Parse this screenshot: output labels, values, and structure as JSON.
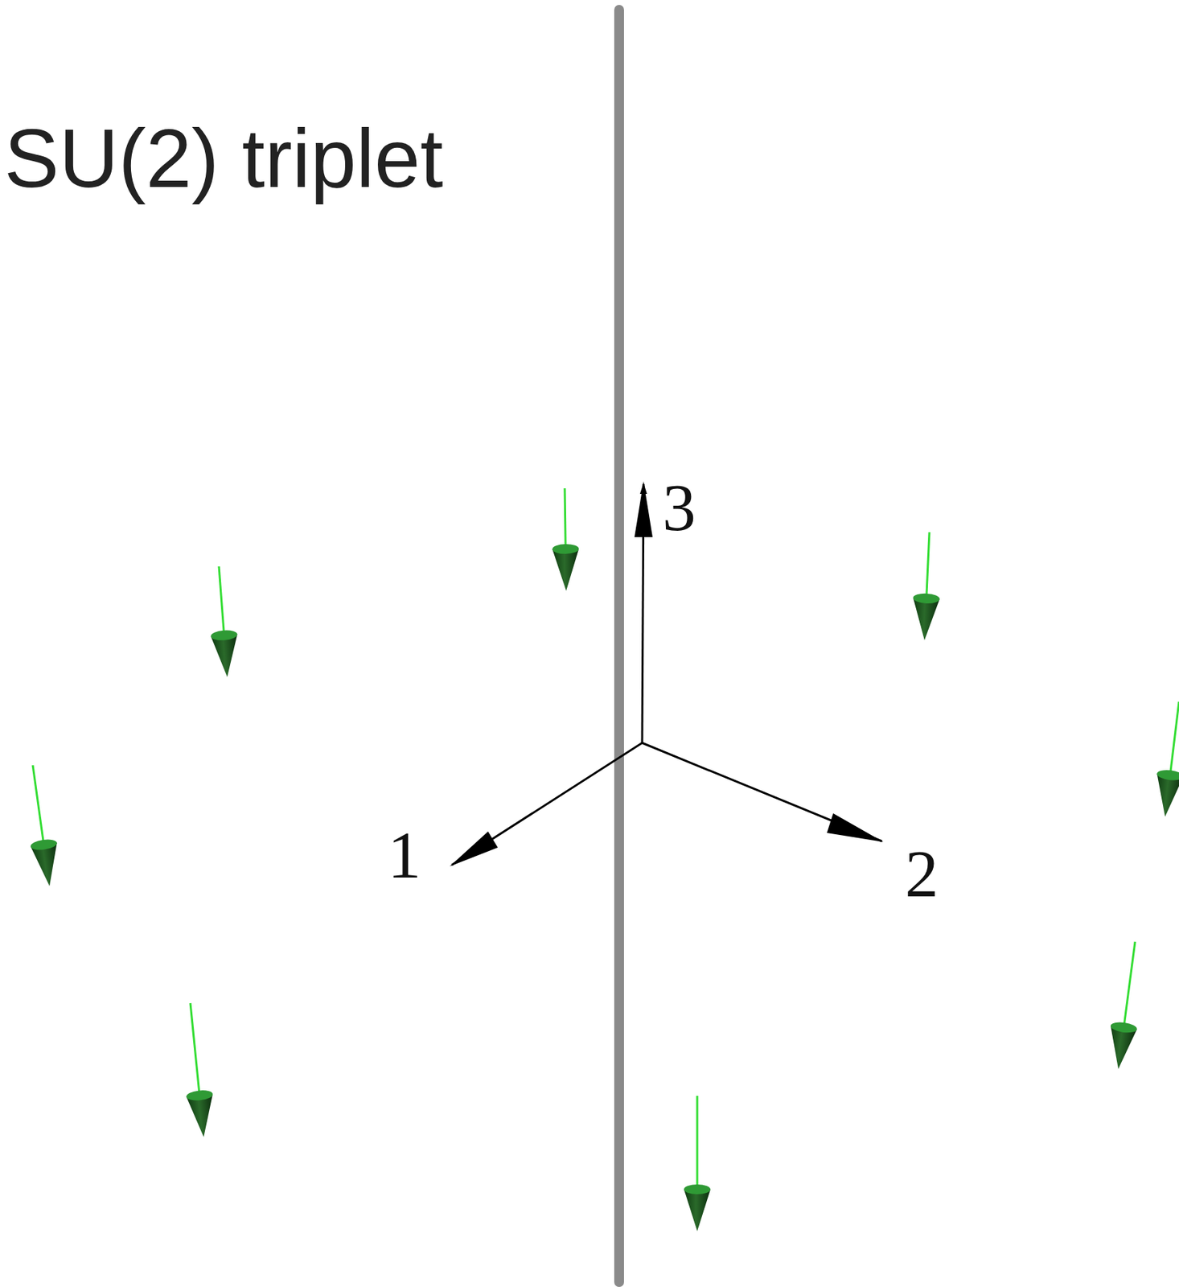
{
  "diagram": {
    "title": "SU(2) triplet",
    "labels": [
      "3",
      "1",
      "2"
    ]
  }
}
